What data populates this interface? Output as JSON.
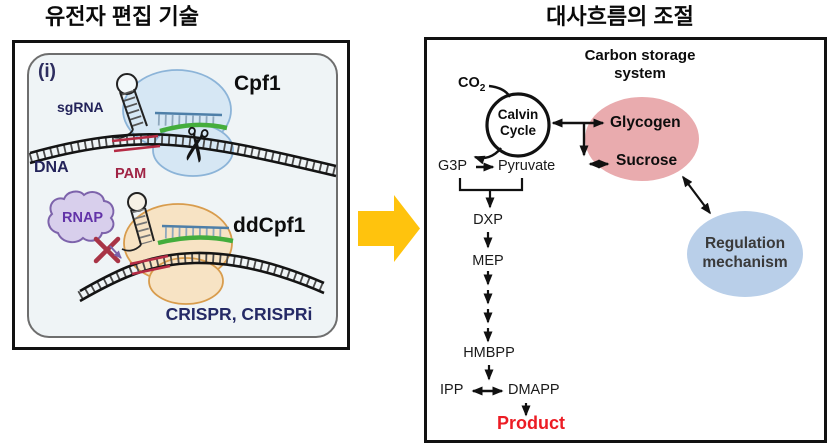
{
  "left": {
    "title": "유전자 편집 기술",
    "figure_label": "(i)",
    "labels": {
      "sgrna": "sgRNA",
      "cpf1": "Cpf1",
      "dna": "DNA",
      "pam": "PAM",
      "rnap": "RNAP",
      "ddcpf1": "ddCpf1",
      "crispr": "CRISPR, CRISPRi"
    }
  },
  "right": {
    "title": "대사흐름의 조절",
    "carbon_storage": {
      "line1": "Carbon storage",
      "line2": "system"
    },
    "nodes": {
      "co2_base": "CO",
      "co2_sub": "2",
      "calvin_line1": "Calvin",
      "calvin_line2": "Cycle",
      "glycogen": "Glycogen",
      "sucrose": "Sucrose",
      "g3p": "G3P",
      "pyruvate": "Pyruvate",
      "dxp": "DXP",
      "mep": "MEP",
      "hmbpp": "HMBPP",
      "ipp": "IPP",
      "dmapp": "DMAPP",
      "product": "Product"
    },
    "regulation": {
      "line1": "Regulation",
      "line2": "mechanism"
    }
  },
  "colors": {
    "carbon_storage_ellipse": "#e9abae",
    "regulation_ellipse": "#b9cfe9",
    "transition_arrow": "#ffc30d",
    "product_text": "#ec1c24",
    "pam_text": "#a02445",
    "rnap_text": "#6233a8",
    "navy_label_text": "#23235a",
    "green_hybrid": "#44ad3c",
    "cpf1_blob": "#d6e7f4",
    "ddcpf1_blob": "#f7e3c4",
    "rnap_cloud": "#d8cfec"
  }
}
